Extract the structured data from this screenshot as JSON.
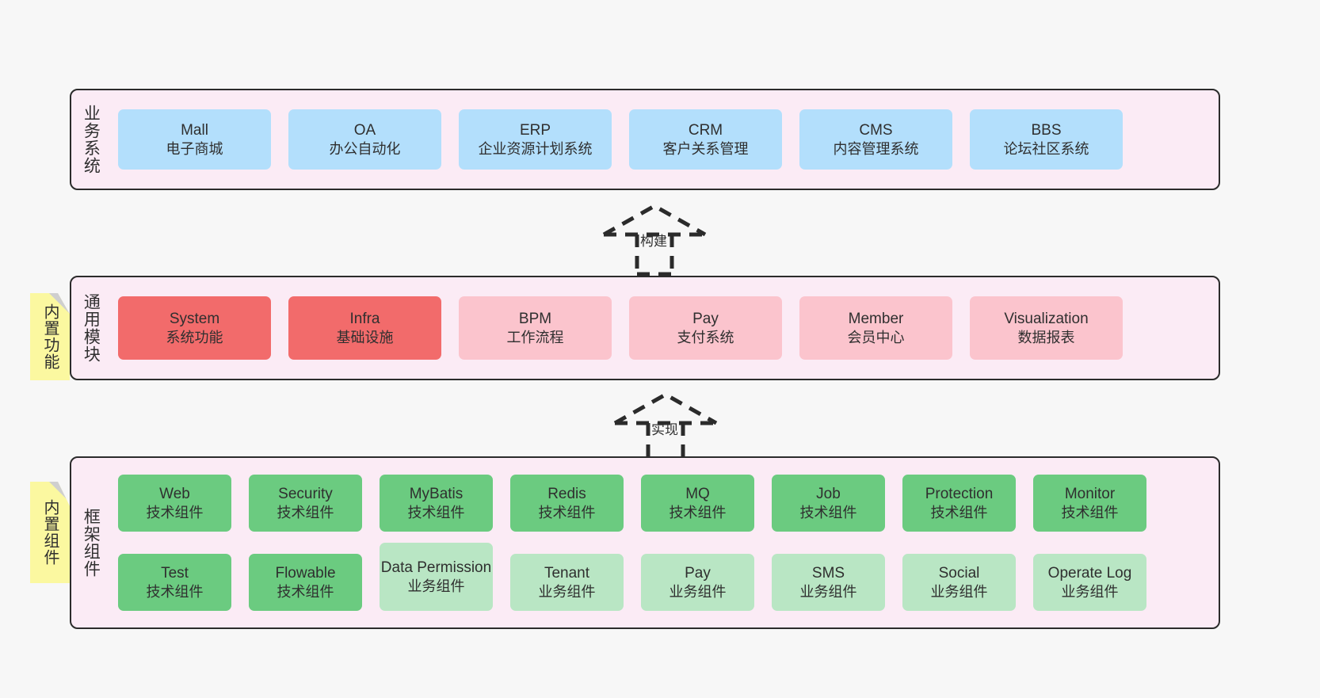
{
  "diagram": {
    "background_color": "#f7f7f7",
    "panel_fill": "#fbebf5",
    "panel_border": "#2b2b2b",
    "note_fill": "#fbf8a0",
    "note_fold": "#cfcfcf"
  },
  "layers": [
    {
      "id": "business",
      "title": "业务系统",
      "accent": "#b3dffc",
      "cards": [
        {
          "en": "Mall",
          "cn": "电子商城"
        },
        {
          "en": "OA",
          "cn": "办公自动化"
        },
        {
          "en": "ERP",
          "cn": "企业资源计划系统"
        },
        {
          "en": "CRM",
          "cn": "客户关系管理"
        },
        {
          "en": "CMS",
          "cn": "内容管理系统"
        },
        {
          "en": "BBS",
          "cn": "论坛社区系统"
        }
      ]
    },
    {
      "id": "modules",
      "title": "通用模块",
      "note": "内置功能",
      "accent_strong": "#f26b6b",
      "accent_soft": "#fbc4cd",
      "cards": [
        {
          "en": "System",
          "cn": "系统功能",
          "emphasis": "strong"
        },
        {
          "en": "Infra",
          "cn": "基础设施",
          "emphasis": "strong"
        },
        {
          "en": "BPM",
          "cn": "工作流程",
          "emphasis": "soft"
        },
        {
          "en": "Pay",
          "cn": "支付系统",
          "emphasis": "soft"
        },
        {
          "en": "Member",
          "cn": "会员中心",
          "emphasis": "soft"
        },
        {
          "en": "Visualization",
          "cn": "数据报表",
          "emphasis": "soft"
        }
      ]
    },
    {
      "id": "framework",
      "title": "框架组件",
      "note": "内置组件",
      "accent_tech": "#6bcb80",
      "accent_biz": "#b9e6c4",
      "rows": [
        [
          {
            "en": "Web",
            "cn": "技术组件",
            "kind": "tech"
          },
          {
            "en": "Security",
            "cn": "技术组件",
            "kind": "tech"
          },
          {
            "en": "MyBatis",
            "cn": "技术组件",
            "kind": "tech"
          },
          {
            "en": "Redis",
            "cn": "技术组件",
            "kind": "tech"
          },
          {
            "en": "MQ",
            "cn": "技术组件",
            "kind": "tech"
          },
          {
            "en": "Job",
            "cn": "技术组件",
            "kind": "tech"
          },
          {
            "en": "Protection",
            "cn": "技术组件",
            "kind": "tech"
          },
          {
            "en": "Monitor",
            "cn": "技术组件",
            "kind": "tech"
          }
        ],
        [
          {
            "en": "Test",
            "cn": "技术组件",
            "kind": "tech"
          },
          {
            "en": "Flowable",
            "cn": "技术组件",
            "kind": "tech"
          },
          {
            "en": "Data Permission",
            "cn": "业务组件",
            "kind": "biz",
            "tall": true
          },
          {
            "en": "Tenant",
            "cn": "业务组件",
            "kind": "biz"
          },
          {
            "en": "Pay",
            "cn": "业务组件",
            "kind": "biz"
          },
          {
            "en": "SMS",
            "cn": "业务组件",
            "kind": "biz"
          },
          {
            "en": "Social",
            "cn": "业务组件",
            "kind": "biz"
          },
          {
            "en": "Operate Log",
            "cn": "业务组件",
            "kind": "biz"
          }
        ]
      ]
    }
  ],
  "connectors": [
    {
      "id": "build",
      "label": "构建"
    },
    {
      "id": "implement",
      "label": "实现"
    }
  ]
}
